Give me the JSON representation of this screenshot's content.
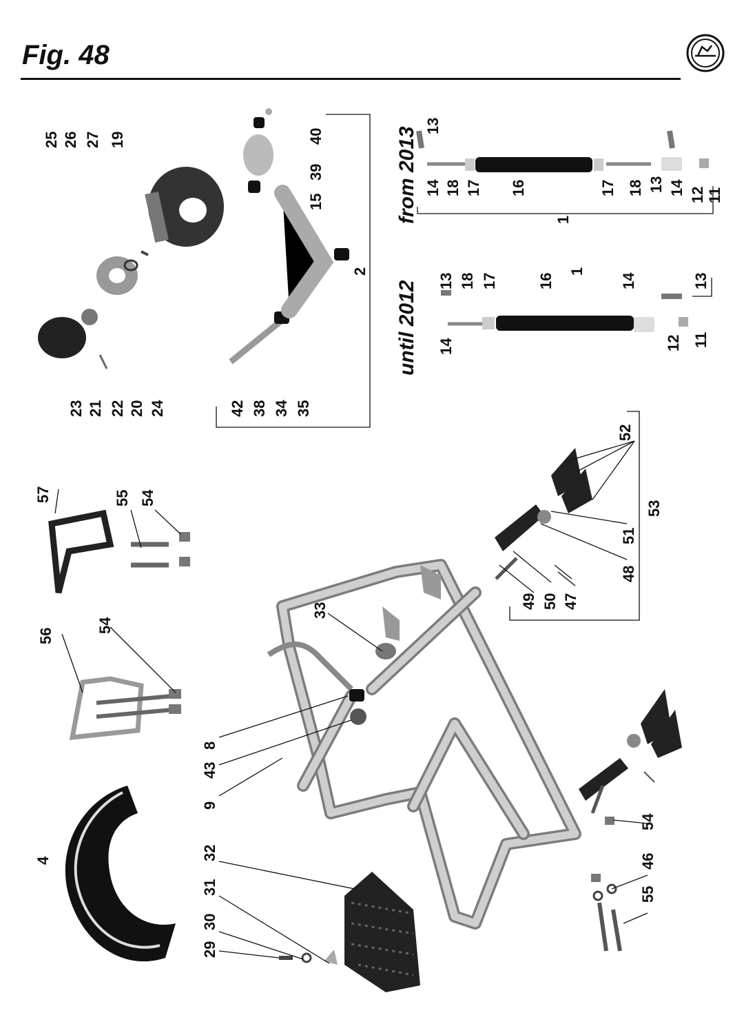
{
  "title": "Fig. 48",
  "eras": {
    "until": "until 2012",
    "from": "from 2013"
  },
  "labels": [
    {
      "id": "4",
      "text": "4"
    },
    {
      "id": "8",
      "text": "8"
    },
    {
      "id": "9",
      "text": "9"
    },
    {
      "id": "43",
      "text": "43"
    },
    {
      "id": "29",
      "text": "29"
    },
    {
      "id": "30",
      "text": "30"
    },
    {
      "id": "31",
      "text": "31"
    },
    {
      "id": "32",
      "text": "32"
    },
    {
      "id": "33",
      "text": "33"
    },
    {
      "id": "56",
      "text": "56"
    },
    {
      "id": "54a",
      "text": "54"
    },
    {
      "id": "57",
      "text": "57"
    },
    {
      "id": "55a",
      "text": "55"
    },
    {
      "id": "54b",
      "text": "54"
    },
    {
      "id": "23",
      "text": "23"
    },
    {
      "id": "21",
      "text": "21"
    },
    {
      "id": "22",
      "text": "22"
    },
    {
      "id": "20",
      "text": "20"
    },
    {
      "id": "24",
      "text": "24"
    },
    {
      "id": "25",
      "text": "25"
    },
    {
      "id": "26",
      "text": "26"
    },
    {
      "id": "27",
      "text": "27"
    },
    {
      "id": "19",
      "text": "19"
    },
    {
      "id": "42",
      "text": "42"
    },
    {
      "id": "38",
      "text": "38"
    },
    {
      "id": "34",
      "text": "34"
    },
    {
      "id": "35",
      "text": "35"
    },
    {
      "id": "15",
      "text": "15"
    },
    {
      "id": "39",
      "text": "39"
    },
    {
      "id": "40",
      "text": "40"
    },
    {
      "id": "2",
      "text": "2"
    },
    {
      "id": "u14",
      "text": "14"
    },
    {
      "id": "u13a",
      "text": "13"
    },
    {
      "id": "u18",
      "text": "18"
    },
    {
      "id": "u17",
      "text": "17"
    },
    {
      "id": "u16",
      "text": "16"
    },
    {
      "id": "u1",
      "text": "1"
    },
    {
      "id": "u14b",
      "text": "14"
    },
    {
      "id": "u13b",
      "text": "13"
    },
    {
      "id": "u12",
      "text": "12"
    },
    {
      "id": "u11",
      "text": "11"
    },
    {
      "id": "f13a",
      "text": "13"
    },
    {
      "id": "f14",
      "text": "14"
    },
    {
      "id": "f18",
      "text": "18"
    },
    {
      "id": "f17",
      "text": "17"
    },
    {
      "id": "f16",
      "text": "16"
    },
    {
      "id": "f17b",
      "text": "17"
    },
    {
      "id": "f18b",
      "text": "18"
    },
    {
      "id": "f13b",
      "text": "13"
    },
    {
      "id": "f14b",
      "text": "14"
    },
    {
      "id": "f12",
      "text": "12"
    },
    {
      "id": "f11",
      "text": "11"
    },
    {
      "id": "f1",
      "text": "1"
    },
    {
      "id": "52",
      "text": "52"
    },
    {
      "id": "53",
      "text": "53"
    },
    {
      "id": "51",
      "text": "51"
    },
    {
      "id": "48",
      "text": "48"
    },
    {
      "id": "47",
      "text": "47"
    },
    {
      "id": "50",
      "text": "50"
    },
    {
      "id": "49",
      "text": "49"
    },
    {
      "id": "54c",
      "text": "54"
    },
    {
      "id": "46",
      "text": "46"
    },
    {
      "id": "55b",
      "text": "55"
    }
  ]
}
